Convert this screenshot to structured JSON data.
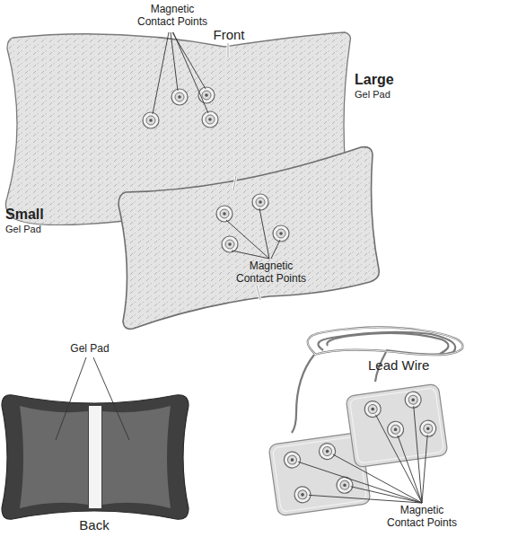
{
  "diagram": {
    "labels": [
      "Magnetic Contact Points",
      "Front",
      "Large",
      "Gel Pad",
      "Small",
      "Gel Pad",
      "Magnetic Contact Points",
      "Gel Pad",
      "Back",
      "Lead Wire",
      "Magnetic Contact Points"
    ]
  }
}
